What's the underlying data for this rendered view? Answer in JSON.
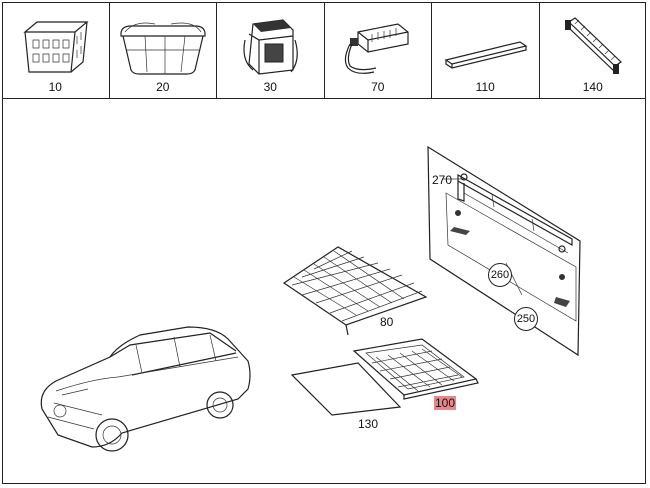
{
  "accessories": [
    {
      "number": "10",
      "icon": "storage-crate-icon"
    },
    {
      "number": "20",
      "icon": "storage-basket-icon"
    },
    {
      "number": "30",
      "icon": "cooler-bag-icon"
    },
    {
      "number": "70",
      "icon": "power-adapter-icon"
    },
    {
      "number": "110",
      "icon": "rod-icon"
    },
    {
      "number": "140",
      "icon": "rail-icon"
    }
  ],
  "callouts": {
    "c270": "270",
    "c260": "260",
    "c250": "250",
    "c80": "80",
    "c100": "100",
    "c130": "130"
  },
  "colors": {
    "highlight": "#e8878a",
    "line": "#222222"
  }
}
